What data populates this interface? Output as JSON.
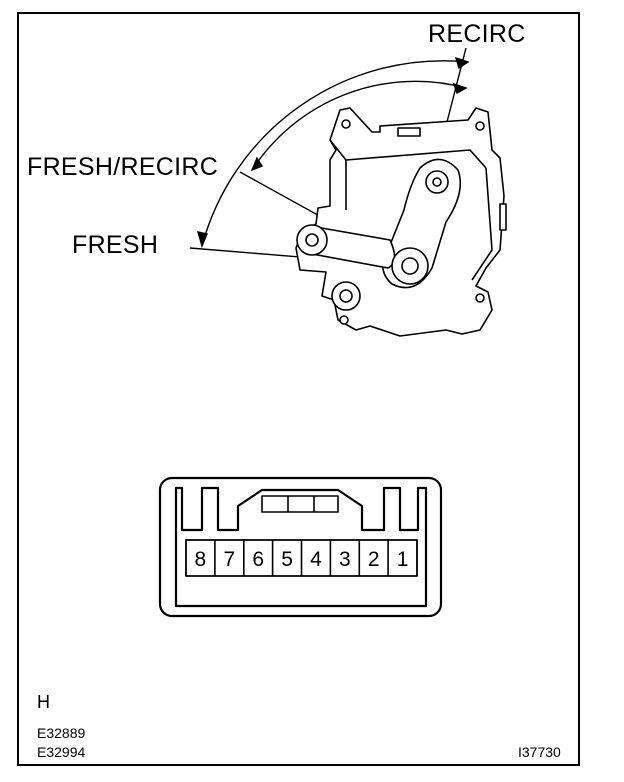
{
  "labels": {
    "recirc": "RECIRC",
    "fresh_recirc": "FRESH/RECIRC",
    "fresh": "FRESH"
  },
  "connector": {
    "pins": [
      "8",
      "7",
      "6",
      "5",
      "4",
      "3",
      "2",
      "1"
    ]
  },
  "footer": {
    "view_letter": "H",
    "ref_codes": [
      "E32889",
      "E32994"
    ],
    "figure_id": "I37730"
  }
}
